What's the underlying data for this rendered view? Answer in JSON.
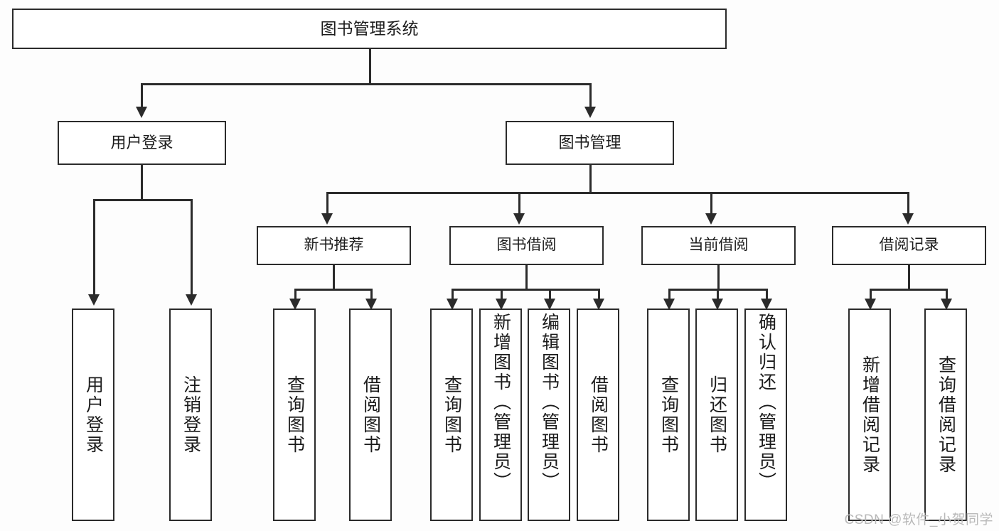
{
  "diagram": {
    "title": "图书管理系统",
    "type": "hierarchy-tree",
    "root": {
      "label": "图书管理系统"
    },
    "level2": [
      {
        "label": "用户登录"
      },
      {
        "label": "图书管理"
      }
    ],
    "level3": [
      {
        "label": "新书推荐"
      },
      {
        "label": "图书借阅"
      },
      {
        "label": "当前借阅"
      },
      {
        "label": "借阅记录"
      }
    ],
    "leaves": {
      "user_login": [
        {
          "label": "用户登录"
        },
        {
          "label": "注销登录"
        }
      ],
      "new_book_recommend": [
        {
          "label": "查询图书"
        },
        {
          "label": "借阅图书"
        }
      ],
      "book_borrow": [
        {
          "label": "查询图书"
        },
        {
          "label": "新增图书（管理员）"
        },
        {
          "label": "编辑图书（管理员）"
        },
        {
          "label": "借阅图书"
        }
      ],
      "current_borrow": [
        {
          "label": "查询图书"
        },
        {
          "label": "归还图书"
        },
        {
          "label": "确认归还（管理员）"
        }
      ],
      "borrow_record": [
        {
          "label": "新增借阅记录"
        },
        {
          "label": "查询借阅记录"
        }
      ]
    }
  },
  "watermark": {
    "text": "CSDN @软件_小贺同学"
  },
  "colors": {
    "stroke": "#2b2b2b",
    "fill": "#ffffff",
    "background": "#fdfdfd",
    "text": "#1b1b1b",
    "watermark": "#b9b9b9"
  }
}
